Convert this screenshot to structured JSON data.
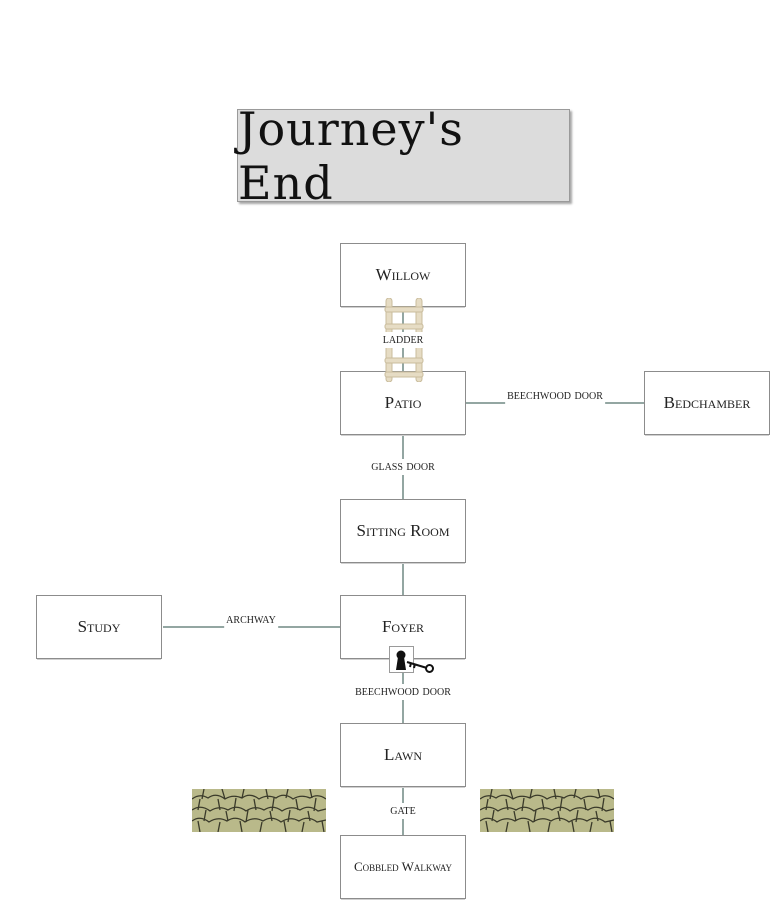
{
  "title": "Journey's End",
  "rooms": {
    "willow": "Willow",
    "patio": "Patio",
    "bedchamber": "Bedchamber",
    "sitting_room": "Sitting Room",
    "foyer": "Foyer",
    "study": "Study",
    "lawn": "Lawn",
    "cobbled_walkway": "Cobbled Walkway"
  },
  "connections": {
    "willow_patio": "ladder",
    "patio_bedchamber": "beechwood door",
    "patio_sitting": "glass door",
    "study_foyer": "archway",
    "foyer_lawn": "beechwood door",
    "lawn_walkway": "gate"
  },
  "icons": {
    "ladder": "ladder-icon",
    "lock": "lock-and-key-icon",
    "wall": "stone-wall-icon"
  },
  "colors": {
    "connector": "#93a6a2",
    "title_bg": "#dcdcdc",
    "ladder": "#e6dcc4",
    "stone": "#b9b98a"
  }
}
